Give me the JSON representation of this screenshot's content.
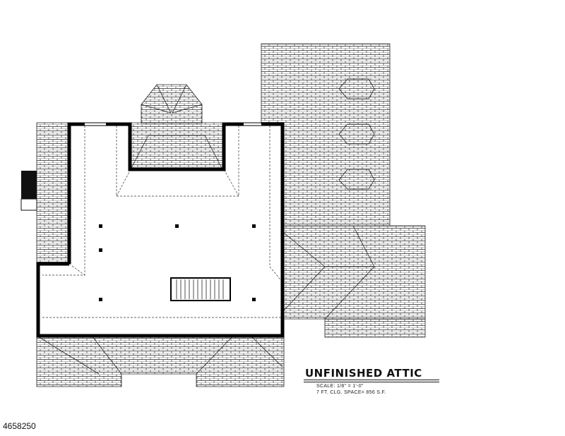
{
  "drawing": {
    "title": "UNFINISHED ATTIC",
    "scale": "SCALE: 1/8\" = 1'-0\"",
    "note": "7 FT. CLG. SPACE= 856 S.F."
  },
  "listing_id": "4658250"
}
